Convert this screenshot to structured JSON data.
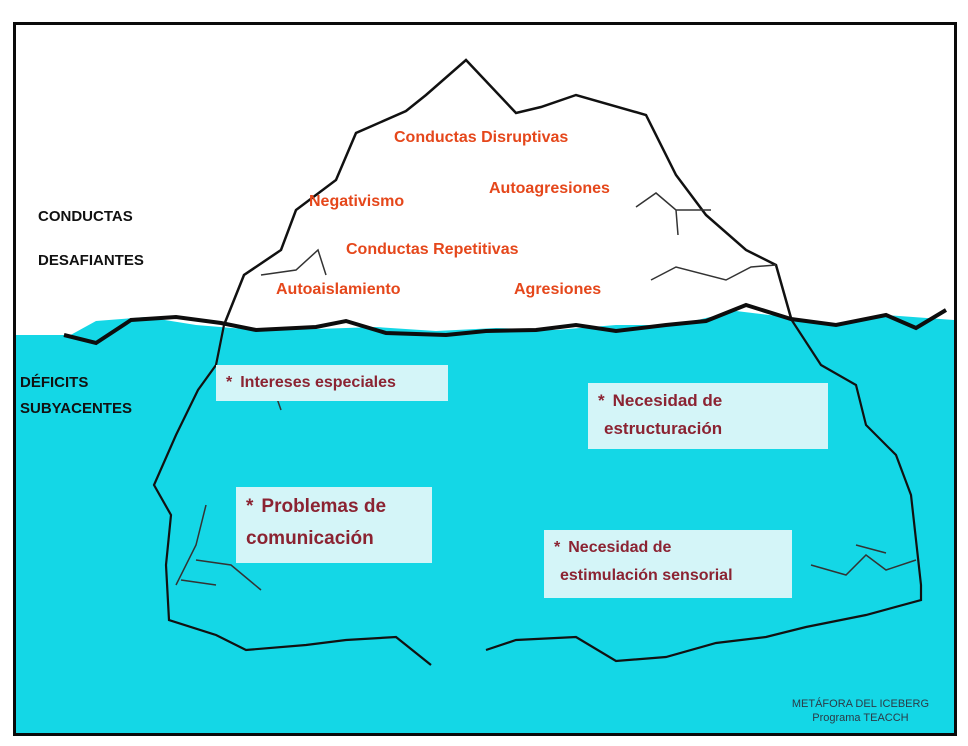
{
  "left_labels": {
    "top_line1": "CONDUCTAS",
    "top_line2": "DESAFIANTES",
    "bottom_line1": "DÉFICITS",
    "bottom_line2": "SUBYACENTES"
  },
  "above_water": [
    "Conductas Disruptivas",
    "Negativismo",
    "Autoagresiones",
    "Conductas Repetitivas",
    "Autoaislamiento",
    "Agresiones"
  ],
  "below_water": {
    "intereses": "Intereses especiales",
    "estructuracion_1": "Necesidad de",
    "estructuracion_2": "estructuración",
    "comunicacion_1": "Problemas de",
    "comunicacion_2": "comunicación",
    "sensorial_1": "Necesidad de",
    "sensorial_2": "estimulación sensorial",
    "bullet": "*"
  },
  "credit": {
    "line1": "METÁFORA DEL ICEBERG",
    "line2": "Programa TEACCH"
  },
  "colors": {
    "water": "#14d7e6",
    "above_text": "#e5471b",
    "below_text": "#8b2332",
    "box_fill": "#d4f5f8"
  }
}
